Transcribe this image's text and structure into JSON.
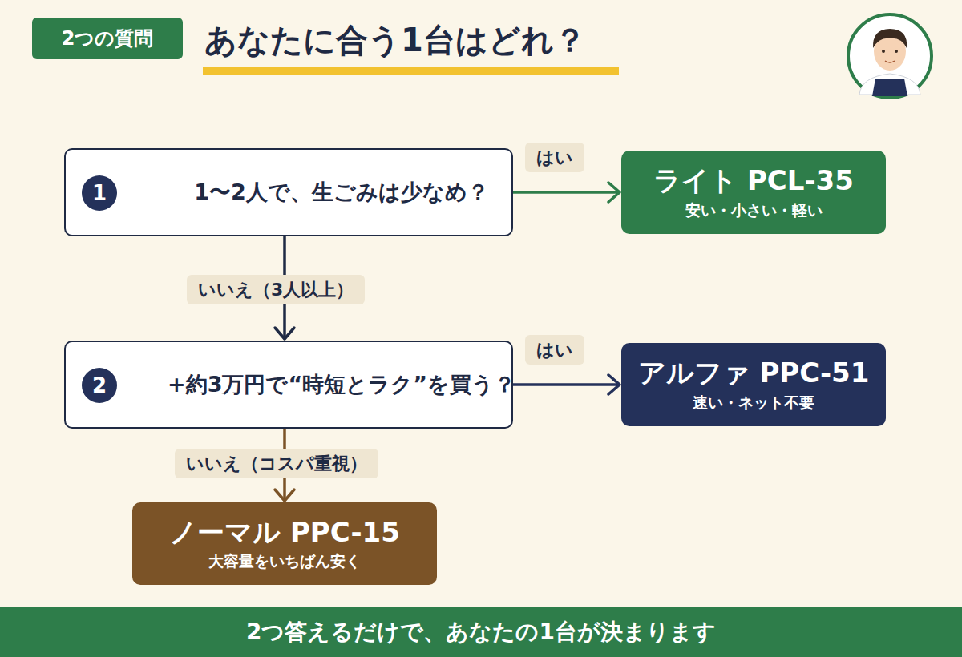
{
  "diagram": {
    "title": "あなたに合う1台はどれ？",
    "nodes": [
      {
        "text": [
          "2つの質問"
        ]
      },
      {
        "text": [
          "1〜2人で、生ごみは少なめ？"
        ]
      },
      {
        "text": [
          "1"
        ],
        "in": 1
      },
      {
        "text": [
          "ライト PCL-35",
          "安い・小さい・軽い"
        ]
      },
      {
        "text": [
          "+約3万円で“時短とラク”を買う？"
        ]
      },
      {
        "text": [
          "2"
        ],
        "in": 4
      },
      {
        "text": [
          "アルファ PPC-51",
          "速い・ネット不要"
        ]
      },
      {
        "text": [
          "ノーマル PPC-15",
          "大容量をいちばん安く"
        ]
      },
      {
        "text": [
          "2つ答えるだけで、あなたの1台が決まります"
        ]
      }
    ],
    "edges": [
      {
        "from": 1,
        "to": 3,
        "arrow": "to",
        "label": "はい"
      },
      {
        "from": 1,
        "to": 4,
        "arrow": "to",
        "label": "いいえ（3人以上）"
      },
      {
        "from": 4,
        "to": 6,
        "arrow": "to",
        "label": "はい"
      },
      {
        "from": 4,
        "to": 7,
        "arrow": "to",
        "label": "いいえ（コスパ重視）"
      }
    ]
  }
}
